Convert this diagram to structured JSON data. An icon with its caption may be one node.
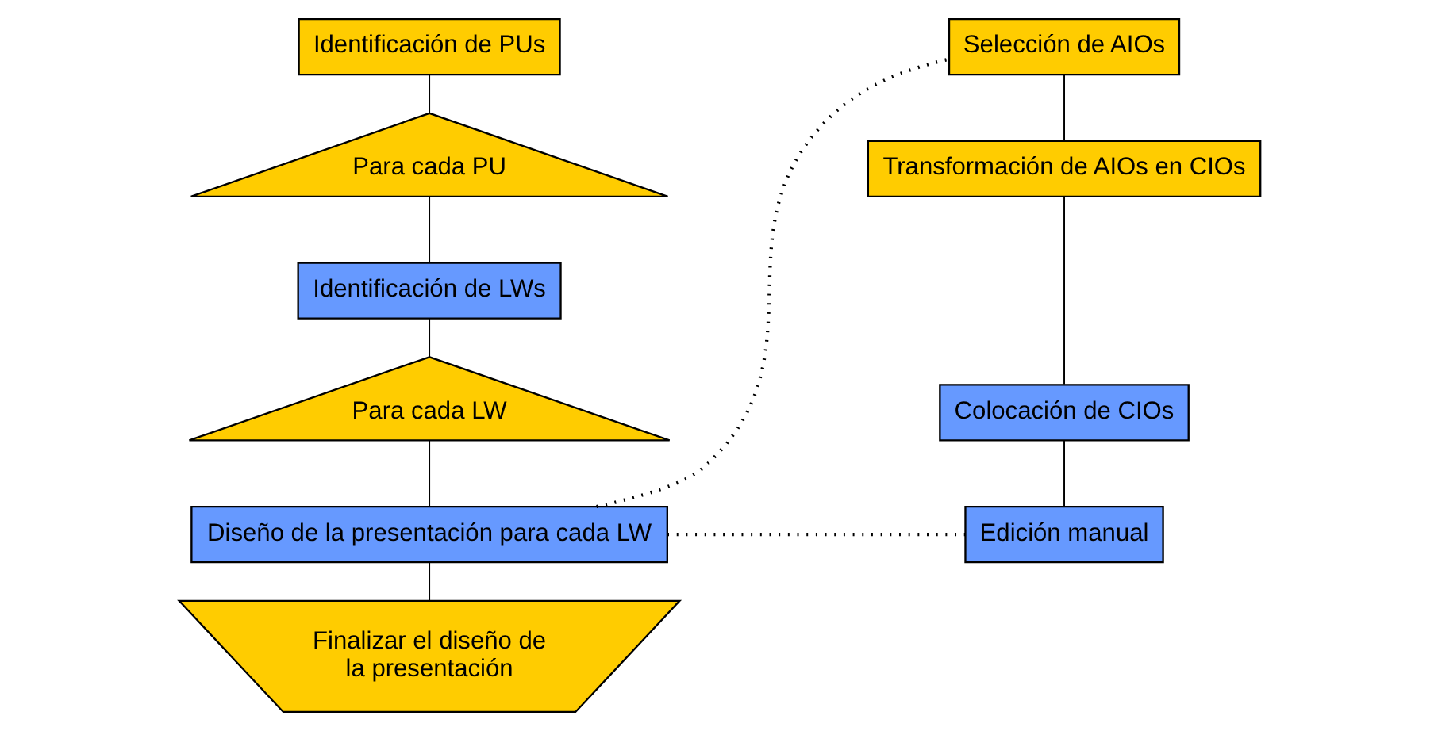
{
  "diagram": {
    "nodes": [
      {
        "text": [
          "Identificación de PUs"
        ]
      },
      {
        "text": [
          "Para cada PU"
        ]
      },
      {
        "text": [
          "Identificación de LWs"
        ]
      },
      {
        "text": [
          "Para cada LW"
        ]
      },
      {
        "text": [
          "Diseño de la presentación para cada LW"
        ]
      },
      {
        "text": [
          "Finalizar el diseño de la presentación"
        ]
      },
      {
        "text": [
          "Selección de AIOs"
        ]
      },
      {
        "text": [
          "Transformación de AIOs en CIOs"
        ]
      },
      {
        "text": [
          "Colocación de CIOs"
        ]
      },
      {
        "text": [
          "Edición manual"
        ]
      }
    ],
    "edges": [
      {
        "from": 0,
        "to": 1,
        "arrow": "none"
      },
      {
        "from": 1,
        "to": 2,
        "arrow": "none"
      },
      {
        "from": 2,
        "to": 3,
        "arrow": "none"
      },
      {
        "from": 3,
        "to": 4,
        "arrow": "none"
      },
      {
        "from": 4,
        "to": 5,
        "arrow": "none"
      },
      {
        "from": 6,
        "to": 7,
        "arrow": "none"
      },
      {
        "from": 7,
        "to": 8,
        "arrow": "none"
      },
      {
        "from": 8,
        "to": 9,
        "arrow": "none"
      },
      {
        "from": 4,
        "to": 6,
        "arrow": "none",
        "style": "dashed"
      },
      {
        "from": 4,
        "to": 9,
        "arrow": "none",
        "style": "dashed"
      }
    ]
  }
}
